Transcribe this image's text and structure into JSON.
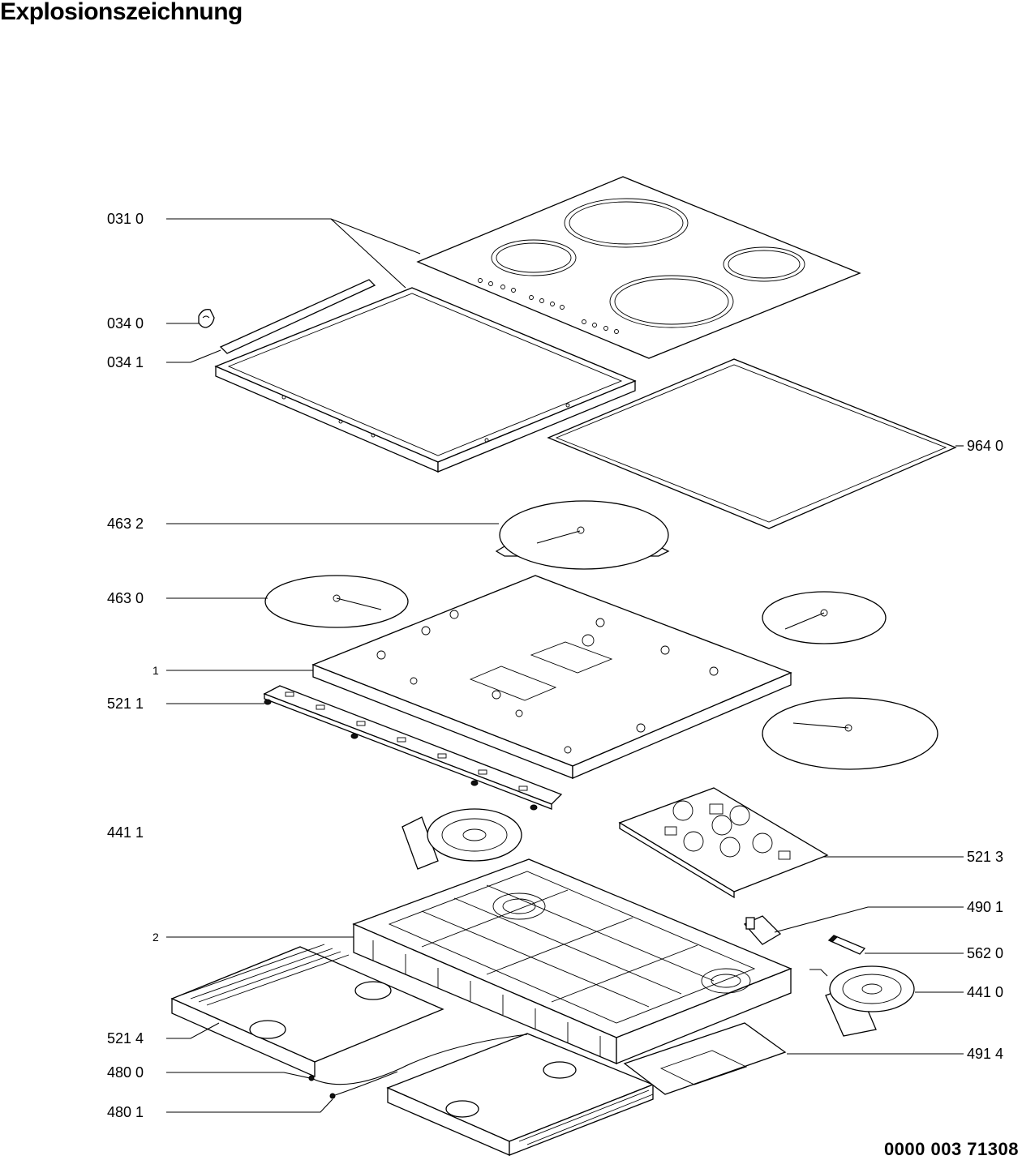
{
  "title": "Explosionszeichnung",
  "document_number": "0000 003 71308",
  "labels": {
    "l0310": "031 0",
    "l0340": "034 0",
    "l0341": "034 1",
    "l9640": "964 0",
    "l4632": "463 2",
    "l4630": "463 0",
    "l1": "1",
    "l5211": "521 1",
    "l4411": "441 1",
    "l5213": "521 3",
    "l4901": "490 1",
    "l2": "2",
    "l5620": "562 0",
    "l4410": "441 0",
    "l5214": "521 4",
    "l4914": "491 4",
    "l4800": "480 0",
    "l4801": "480 1"
  }
}
